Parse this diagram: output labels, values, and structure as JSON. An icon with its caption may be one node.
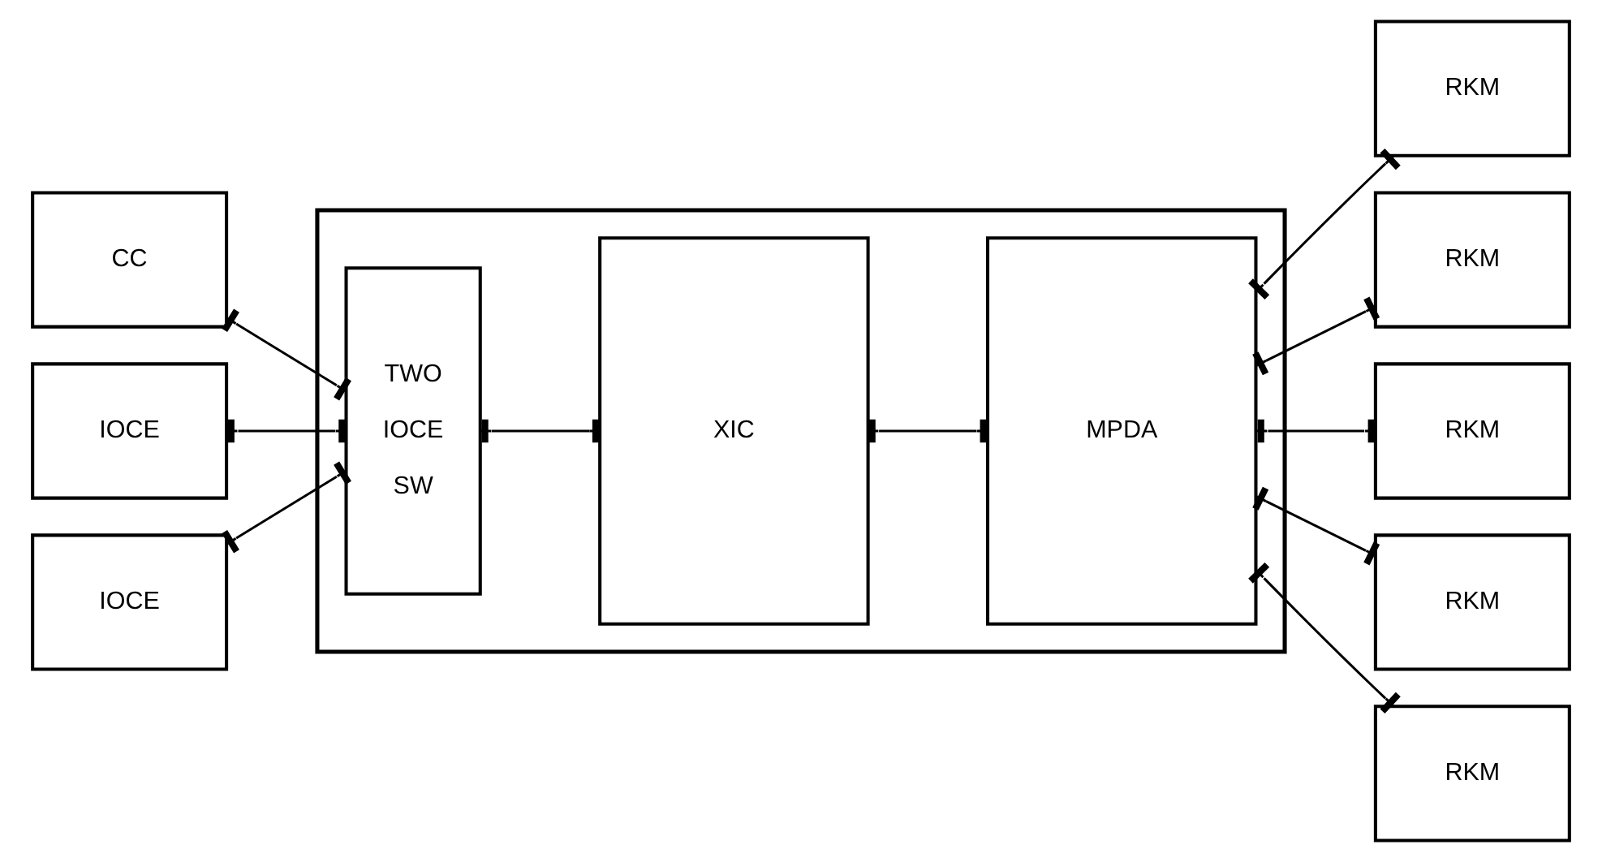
{
  "diagram": {
    "nodes": [
      {
        "text": [
          "CC"
        ]
      },
      {
        "text": [
          "IOCE"
        ]
      },
      {
        "text": [
          "IOCE"
        ]
      },
      {
        "text": [],
        "shape": "box"
      },
      {
        "text": [
          "TWO",
          "IOCE",
          "SW"
        ],
        "in": 3
      },
      {
        "text": [
          "XIC"
        ],
        "in": 3
      },
      {
        "text": [
          "MPDA"
        ],
        "in": 3
      },
      {
        "text": [
          "RKM"
        ]
      },
      {
        "text": [
          "RKM"
        ]
      },
      {
        "text": [
          "RKM"
        ]
      },
      {
        "text": [
          "RKM"
        ]
      },
      {
        "text": [
          "RKM"
        ]
      }
    ],
    "edges": [
      {
        "from": 0,
        "to": 4,
        "arrow": "other"
      },
      {
        "from": 1,
        "to": 4,
        "arrow": "other"
      },
      {
        "from": 2,
        "to": 4,
        "arrow": "other"
      },
      {
        "from": 4,
        "to": 5,
        "arrow": "other"
      },
      {
        "from": 5,
        "to": 6,
        "arrow": "other"
      },
      {
        "from": 6,
        "to": 7,
        "arrow": "other"
      },
      {
        "from": 6,
        "to": 8,
        "arrow": "other"
      },
      {
        "from": 6,
        "to": 9,
        "arrow": "other"
      },
      {
        "from": 6,
        "to": 10,
        "arrow": "other"
      },
      {
        "from": 6,
        "to": 11,
        "arrow": "other"
      }
    ]
  }
}
